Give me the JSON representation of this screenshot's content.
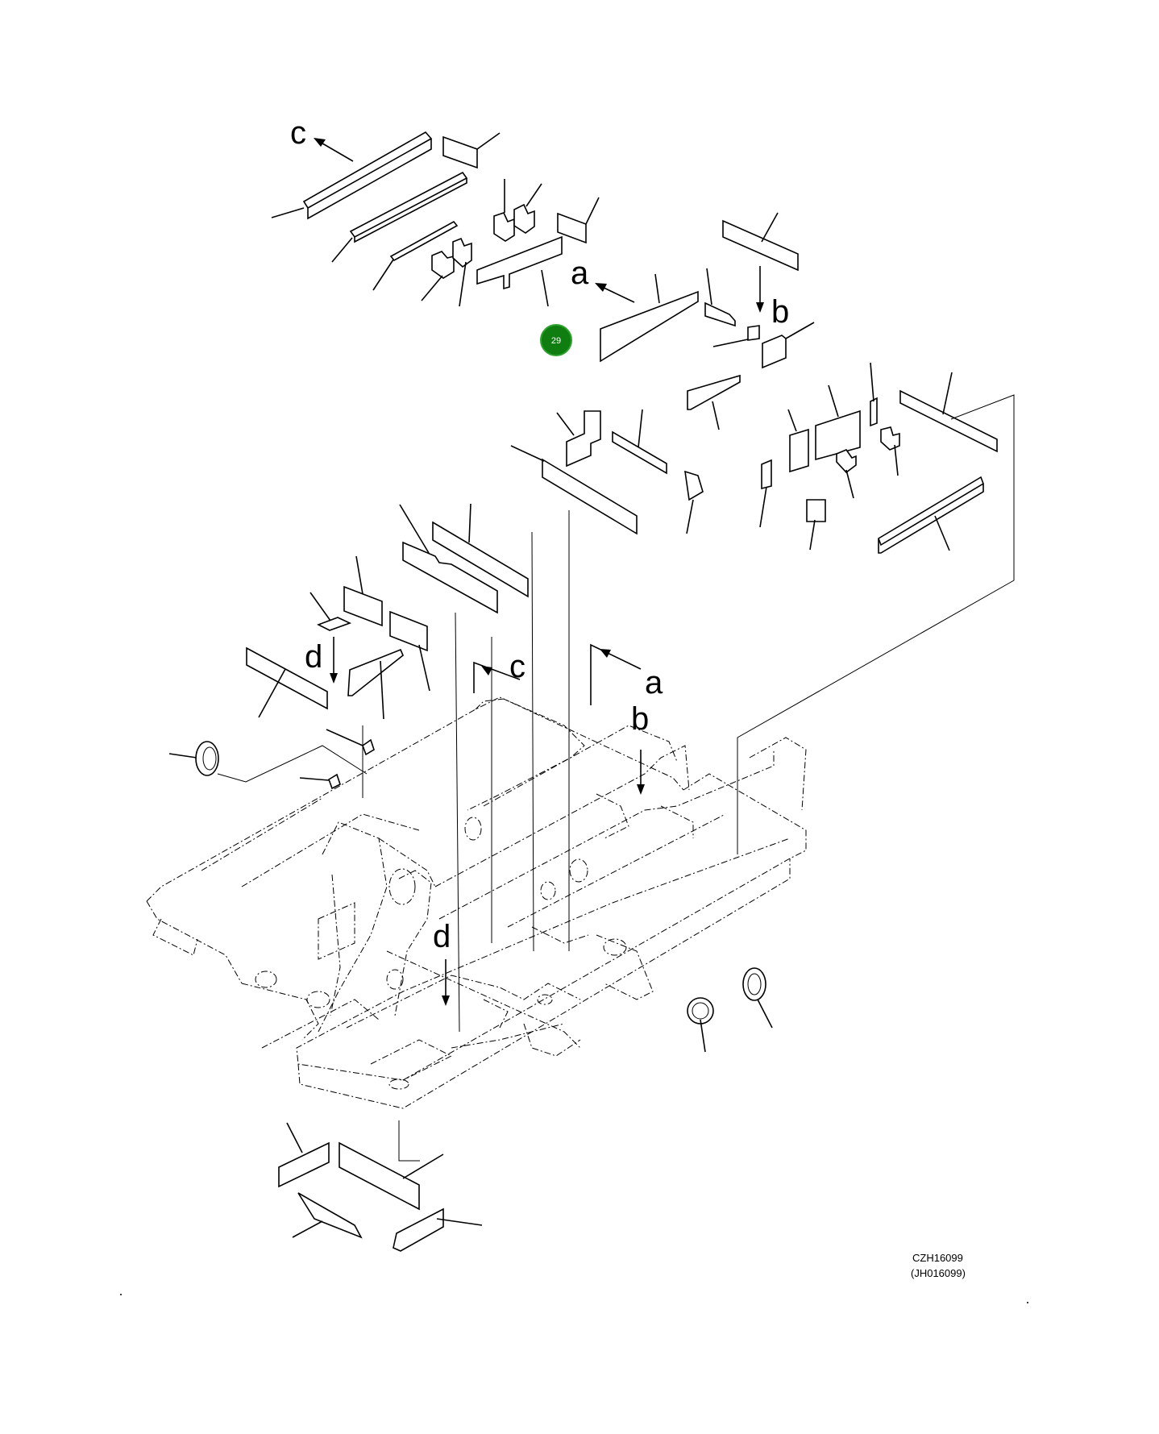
{
  "diagram": {
    "letters": [
      {
        "id": "c-top",
        "text": "c"
      },
      {
        "id": "a-top",
        "text": "a"
      },
      {
        "id": "b-top",
        "text": "b"
      },
      {
        "id": "d-mid",
        "text": "d"
      },
      {
        "id": "c-mid",
        "text": "c"
      },
      {
        "id": "a-mid",
        "text": "a"
      },
      {
        "id": "b-mid",
        "text": "b"
      },
      {
        "id": "d-low",
        "text": "d"
      }
    ],
    "hotspot_number": "29",
    "drawing_code": "CZH16099",
    "drawing_code_alt": "(JH016099)"
  },
  "colors": {
    "hotspot_fill": "#0f7d0f",
    "line": "#000000",
    "background": "#ffffff"
  }
}
